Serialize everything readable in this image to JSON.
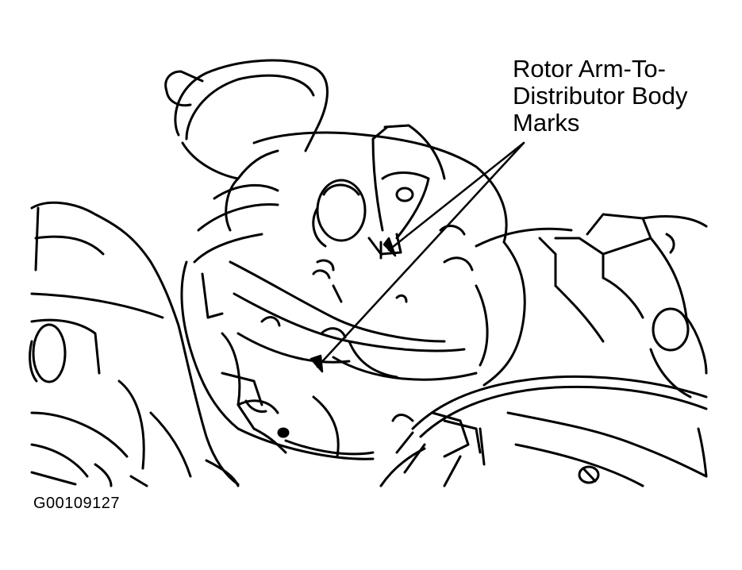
{
  "callout": {
    "line1": "Rotor Arm-To-",
    "line2": "Distributor Body",
    "line3": "Marks"
  },
  "figure_id": "G00109127",
  "colors": {
    "ink": "#000000",
    "paper": "#ffffff"
  }
}
